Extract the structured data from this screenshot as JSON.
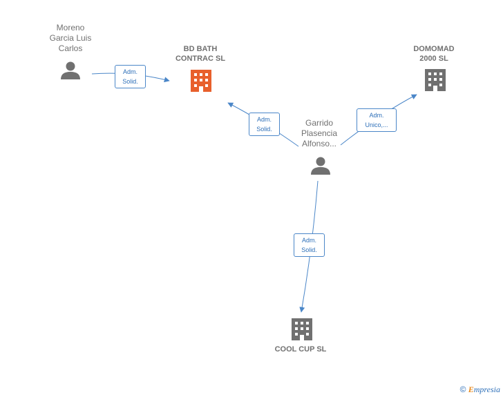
{
  "nodes": {
    "moreno": {
      "name": "Moreno\nGarcia Luis\nCarlos"
    },
    "garrido": {
      "name": "Garrido\nPlasencia\nAlfonso..."
    },
    "bd_bath": {
      "name": "BD BATH\nCONTRAC  SL",
      "color": "#e8602c"
    },
    "domomad": {
      "name": "DOMOMAD\n2000  SL",
      "color": "#707070"
    },
    "cool_cup": {
      "name": "COOL CUP  SL",
      "color": "#707070"
    }
  },
  "relations": {
    "moreno_bd": "Adm.\nSolid.",
    "garrido_bd": "Adm.\nSolid.",
    "garrido_domomad": "Adm.\nUnico,...",
    "garrido_cool": "Adm.\nSolid."
  },
  "footer": {
    "copyright": "©",
    "brand_first": "E",
    "brand_rest": "mpresia"
  },
  "colors": {
    "edge": "#4a86c8",
    "person": "#707070",
    "highlight": "#e8602c"
  }
}
